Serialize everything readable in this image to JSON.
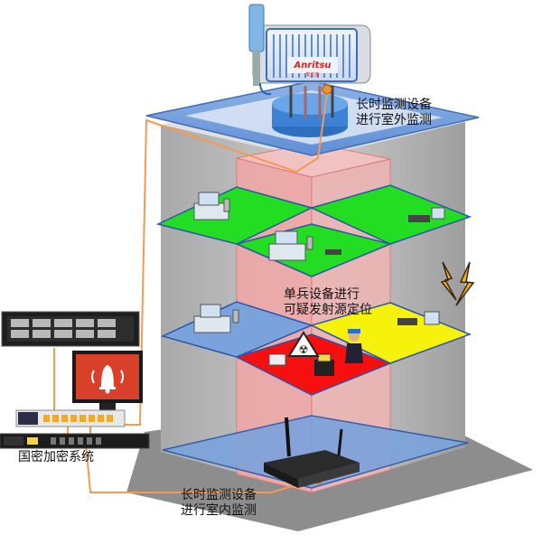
{
  "sensor": {
    "brand": "Anritsu",
    "brand_cn": "安立信"
  },
  "labels": {
    "outdoor_line1": "长时监测设备",
    "outdoor_line2": "进行室外监测",
    "portable_line1": "单兵设备进行",
    "portable_line2": "可疑发射源定位",
    "crypto": "国密加密系统",
    "indoor_line1": "长时监测设备",
    "indoor_line2": "进行室内监测"
  },
  "colors": {
    "floor_green": "#22dd22",
    "floor_yellow": "#f7f20c",
    "floor_red": "#f50f0f",
    "floor_blue": "#6b98d8",
    "building_gray": "#b8b8b8",
    "cable_orange": "#f39a55",
    "alert_red": "#d9402a",
    "beam_red": "#f2a0a0"
  },
  "icons": {
    "alarm": "alarm-bell-icon",
    "hazard": "radiation-warning-icon",
    "lightning": "lightning-icon"
  }
}
